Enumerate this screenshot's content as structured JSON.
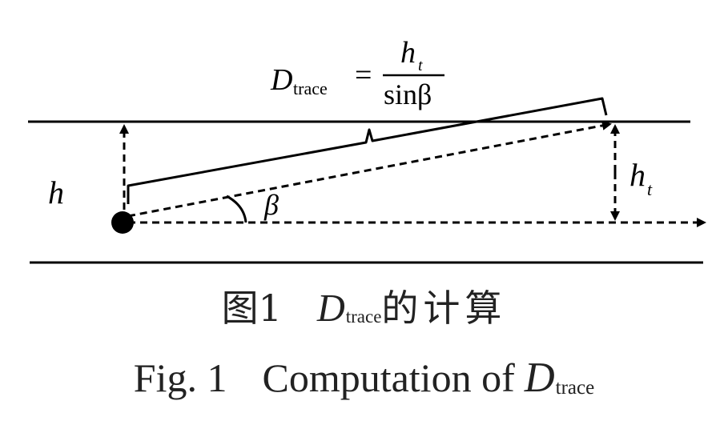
{
  "formula": {
    "lhs_symbol": "D",
    "lhs_subscript": "trace",
    "equals": "=",
    "numerator_symbol": "h",
    "numerator_subscript": "t",
    "denominator": "sinβ"
  },
  "labels": {
    "h": "h",
    "ht_symbol": "h",
    "ht_subscript": "t",
    "beta": "β"
  },
  "caption_cn": {
    "prefix": "图1",
    "symbol": "D",
    "subscript": "trace",
    "suffix": "的计算"
  },
  "caption_en": {
    "prefix": "Fig. 1",
    "middle": "Computation of",
    "symbol": "D",
    "subscript": "trace"
  },
  "colors": {
    "line": "#000000",
    "caption_text": "#222222"
  }
}
